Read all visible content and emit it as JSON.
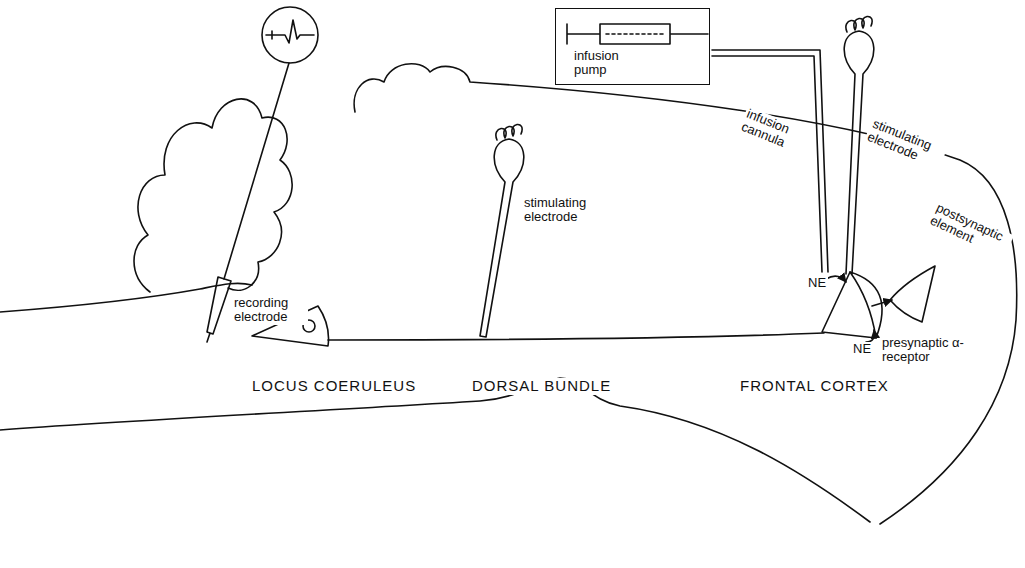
{
  "diagram": {
    "nodes": [
      {
        "text": [
          "infusion pump"
        ]
      }
    ],
    "labels": [
      "recording electrode",
      "stimulating electrode",
      "infusion cannula",
      "stimulating electrode",
      "NE",
      "NE",
      "presynaptic α-receptor",
      "postsynaptic element",
      "LOCUS COERULEUS",
      "DORSAL BUNDLE",
      "FRONTAL CORTEX"
    ]
  }
}
